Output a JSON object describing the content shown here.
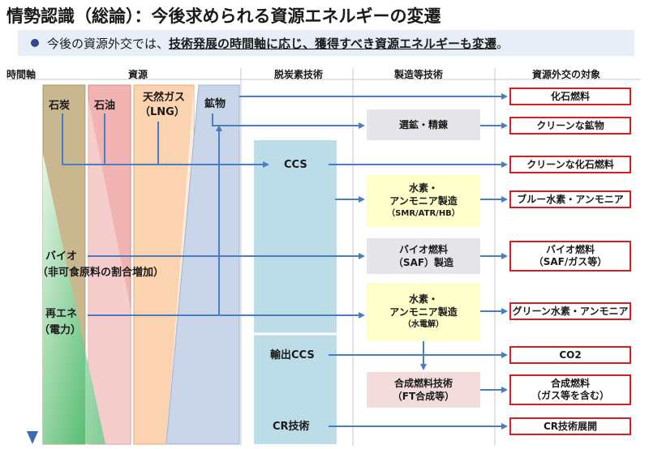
{
  "title": "情勢認識（総論）：今後求められる資源エネルギーの変遷",
  "banner": {
    "prefix": "今後の資源外交では、",
    "emphasis": "技術発展の時間軸に応じ、獲得すべき資源エネルギーも変遷",
    "suffix": "。"
  },
  "headers": {
    "time_axis": "時間軸",
    "resources": "資源",
    "decarbonization": "脱炭素技術",
    "manufacturing": "製造等技術",
    "targets": "資源外交の対象"
  },
  "resources": {
    "coal": "石炭",
    "oil": "石油",
    "gas_line1": "天然ガス",
    "gas_line2": "（LNG）",
    "minerals": "鉱物",
    "bio_line1": "バイオ",
    "bio_line2": "（非可食原料の割合増加）",
    "renew_line1": "再エネ",
    "renew_line2": "（電力）"
  },
  "decarb": {
    "ccs": "CCS",
    "export_ccs": "輸出CCS",
    "cr": "CR技術"
  },
  "manufacturing": {
    "ore": "選鉱・精錬",
    "h2_a_line1": "水素・",
    "h2_a_line2": "アンモニア製造",
    "h2_a_line3": "（SMR/ATR/HB）",
    "bio_line1": "バイオ燃料",
    "bio_line2": "（SAF）製造",
    "h2_b_line1": "水素・",
    "h2_b_line2": "アンモニア製造",
    "h2_b_line3": "（水電解）",
    "synth_line1": "合成燃料技術",
    "synth_line2": "（FT合成等）"
  },
  "targets": {
    "fossil": "化石燃料",
    "clean_mineral": "クリーンな鉱物",
    "clean_fossil": "クリーンな化石燃料",
    "blue": "ブルー水素・アンモニア",
    "biofuel_line1": "バイオ燃料",
    "biofuel_line2": "（SAF/ガス等）",
    "green": "グリーン水素・アンモニア",
    "co2": "CO2",
    "synth_line1": "合成燃料",
    "synth_line2": "（ガス等を含む）",
    "cr_dev": "CR技術展開"
  },
  "colors": {
    "arrow": "#4a7ec0",
    "target_border": "#d42020",
    "coal": "#c9b88f",
    "oil": "#f2b3b3",
    "gas": "#fbd3b0",
    "minerals": "#c9d6ea",
    "ccs": "#bcdde8",
    "manufacture_yellow": "#ffffcc",
    "manufacture_pink": "#f2dcdc",
    "manufacture_gray": "#e6e6ea",
    "green": "#3db35c"
  }
}
